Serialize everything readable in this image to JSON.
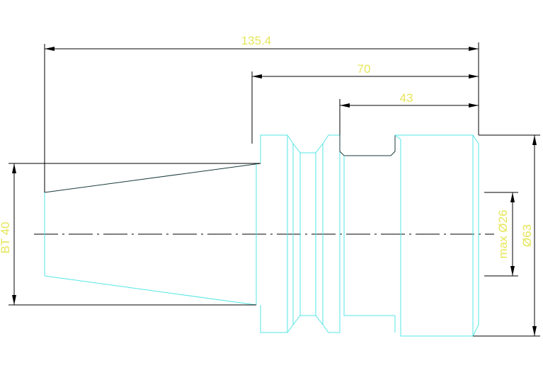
{
  "drawing": {
    "dimensions": {
      "overall_length": "135.4",
      "flange_length": "70",
      "body_length": "43",
      "taper": "BT 40",
      "max_bore": "max Ø26",
      "outer_diameter": "Ø63"
    },
    "colors": {
      "dimension_text": "#e6e65a",
      "dimension_line": "#000000",
      "part_outline": "#55e6e6",
      "taper_edge": "#1a3a3a"
    }
  }
}
